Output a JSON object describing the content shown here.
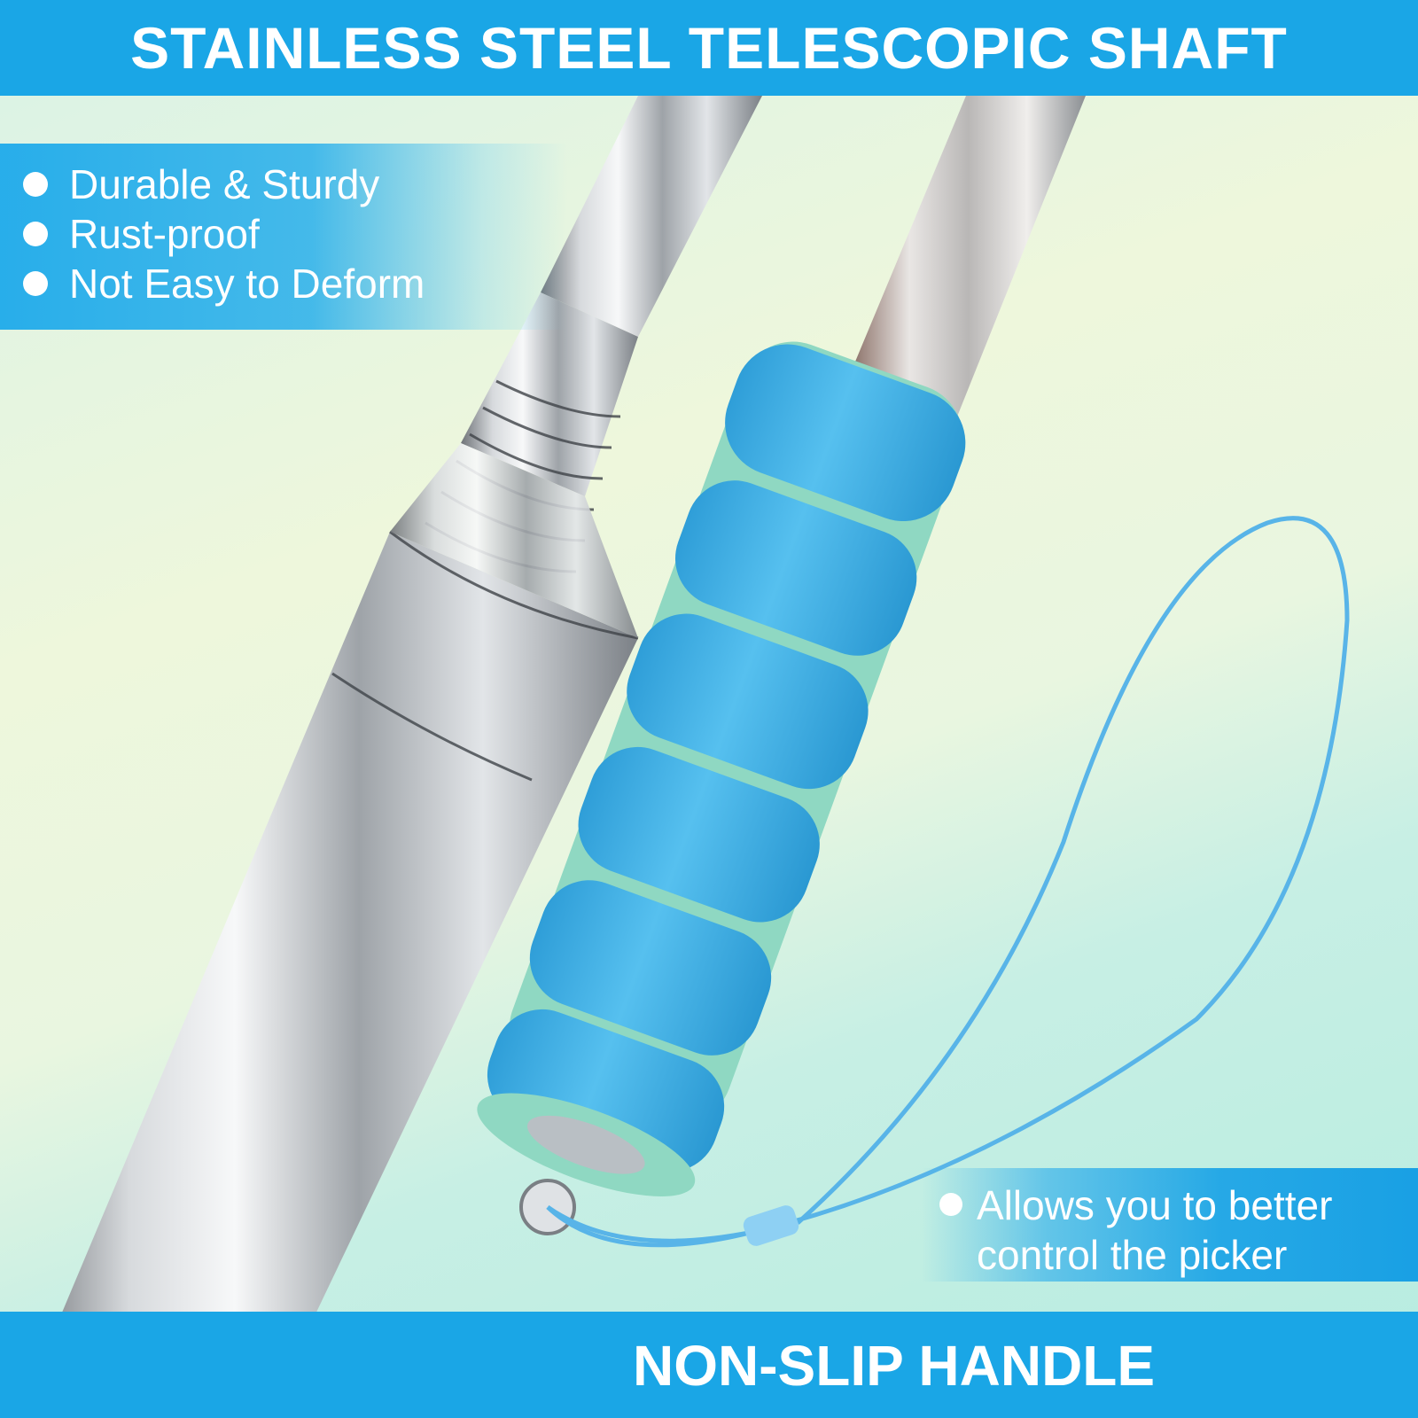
{
  "header": {
    "title": "STAINLESS STEEL TELESCOPIC SHAFT"
  },
  "features": {
    "items": [
      {
        "label": "Durable & Sturdy"
      },
      {
        "label": "Rust-proof"
      },
      {
        "label": "Not Easy to Deform"
      }
    ]
  },
  "handle_feature": {
    "line1": "Allows you to better",
    "line2": "control the picker"
  },
  "footer": {
    "title": "NON-SLIP HANDLE"
  },
  "colors": {
    "banner": "#1aa6e6",
    "foam_grip": "#3bb2e6",
    "foam_core": "#8fd8c2",
    "steel": "#c9ccd0"
  },
  "icons": [
    "bullet-dot"
  ]
}
